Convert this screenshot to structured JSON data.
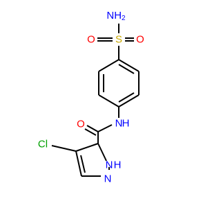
{
  "atoms": {
    "nh2": {
      "symbol": "NH",
      "subscript": "2",
      "color": "#0000ff"
    },
    "s": {
      "symbol": "S",
      "color": "#c8a800"
    },
    "o_left": {
      "symbol": "O",
      "color": "#ff0000"
    },
    "o_right": {
      "symbol": "O",
      "color": "#ff0000"
    },
    "o_carbonyl": {
      "symbol": "O",
      "color": "#ff0000"
    },
    "n_amide": {
      "symbol": "N",
      "color": "#0000ff"
    },
    "h_amide": {
      "symbol": "H",
      "color": "#0000ff"
    },
    "cl": {
      "symbol": "Cl",
      "color": "#00a000"
    },
    "n_pyrazole_h": {
      "symbol": "N",
      "color": "#0000ff"
    },
    "h_pyrazole": {
      "symbol": "H",
      "color": "#0000ff"
    },
    "n_pyrazole": {
      "symbol": "N",
      "color": "#0000ff"
    }
  },
  "colors": {
    "bond": "#000000",
    "nitrogen": "#0000ff",
    "oxygen": "#ff0000",
    "sulfur": "#c8a800",
    "chlorine": "#00a000"
  }
}
